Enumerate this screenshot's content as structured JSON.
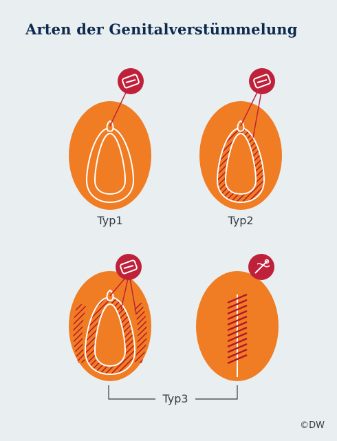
{
  "title": "Arten der Genitalverstümmelung",
  "types": [
    {
      "label": "Typ1"
    },
    {
      "label": "Typ2"
    },
    {
      "label": "Typ3"
    }
  ],
  "copyright": "©DW",
  "colors": {
    "background": "#e9eff1",
    "title": "#0c2a4e",
    "orange": "#f07c23",
    "icon_red": "#c0213a",
    "hatch": "#b3172b",
    "outline": "#ffffff",
    "text": "#333b42"
  },
  "icons": [
    "razor-blade-icon",
    "needle-thread-icon"
  ]
}
